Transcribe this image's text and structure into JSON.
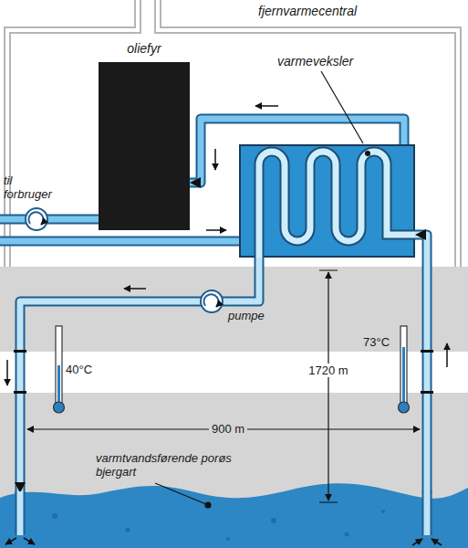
{
  "diagram": {
    "nodes": [
      {
        "text": [
          "fjernvarmecentral"
        ]
      },
      {
        "text": [
          "oliefyr"
        ],
        "in": 0
      },
      {
        "text": [
          "varmeveksler"
        ],
        "in": 0
      },
      {
        "text": [
          "varmtvandsførende porøs bjergart"
        ]
      }
    ],
    "edges": [
      {
        "from": 2,
        "to": 1,
        "arrow": "to"
      },
      {
        "from": 3,
        "to": 2,
        "arrow": "to"
      },
      {
        "from": 2,
        "to": 3,
        "arrow": "to"
      }
    ],
    "labels": [
      "til forbruger",
      "pumpe",
      "40°C",
      "73°C",
      "1720 m",
      "900 m"
    ]
  }
}
